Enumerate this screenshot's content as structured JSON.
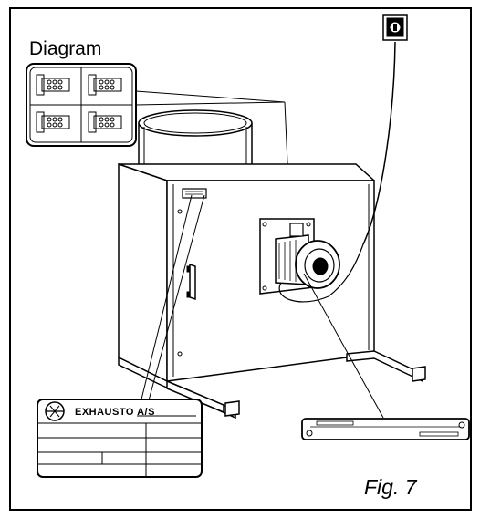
{
  "labels": {
    "diagram": "Diagram",
    "figure": "Fig. 7"
  },
  "nameplate": {
    "brand": "EXHAUSTO A/S"
  }
}
